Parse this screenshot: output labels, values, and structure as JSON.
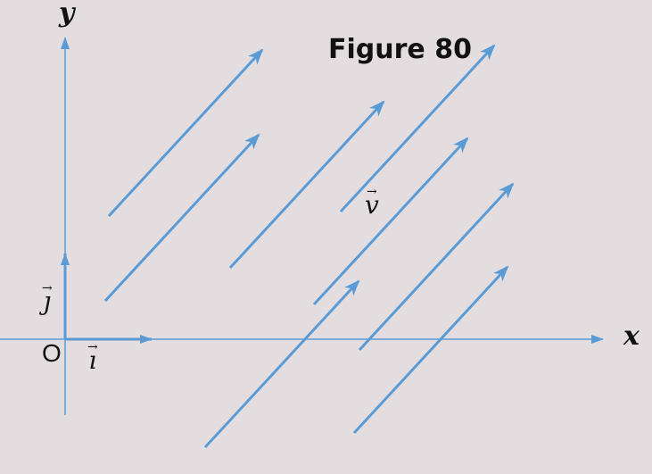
{
  "figure": {
    "title": "Figure 80",
    "x_label": "x",
    "y_label": "y",
    "origin_label": "O",
    "unit_i_label": "ı",
    "unit_j_label": "ȷ",
    "vector_label": "v",
    "vector_arrow": "→"
  },
  "colors": {
    "background": "#e3dde0",
    "arrow": "#5b9bd5",
    "text": "#111111"
  },
  "arrow_count": 10
}
